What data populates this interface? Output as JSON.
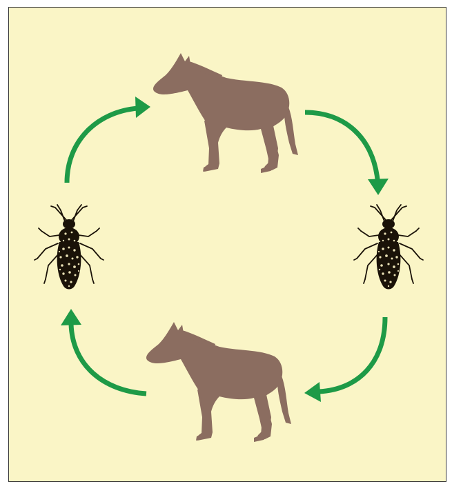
{
  "diagram": {
    "type": "transmission-cycle",
    "colors": {
      "background": "#FAF5C6",
      "border": "#3A3A3A",
      "arrow": "#1E9A47",
      "host": "#8B6D60",
      "insect": "#1A1208",
      "insect_speckle": "#E8DFB4"
    },
    "nodes": [
      {
        "id": "host-top",
        "kind": "horse",
        "icon": "horse-silhouette-icon"
      },
      {
        "id": "vector-right",
        "kind": "insect",
        "icon": "insect-icon"
      },
      {
        "id": "host-bottom",
        "kind": "horse",
        "icon": "horse-silhouette-icon"
      },
      {
        "id": "vector-left",
        "kind": "insect",
        "icon": "insect-icon"
      }
    ],
    "flow": [
      {
        "from": "host-top",
        "to": "vector-right",
        "direction": "clockwise"
      },
      {
        "from": "vector-right",
        "to": "host-bottom",
        "direction": "clockwise"
      },
      {
        "from": "host-bottom",
        "to": "vector-left",
        "direction": "clockwise"
      },
      {
        "from": "vector-left",
        "to": "host-top",
        "direction": "clockwise"
      }
    ]
  }
}
